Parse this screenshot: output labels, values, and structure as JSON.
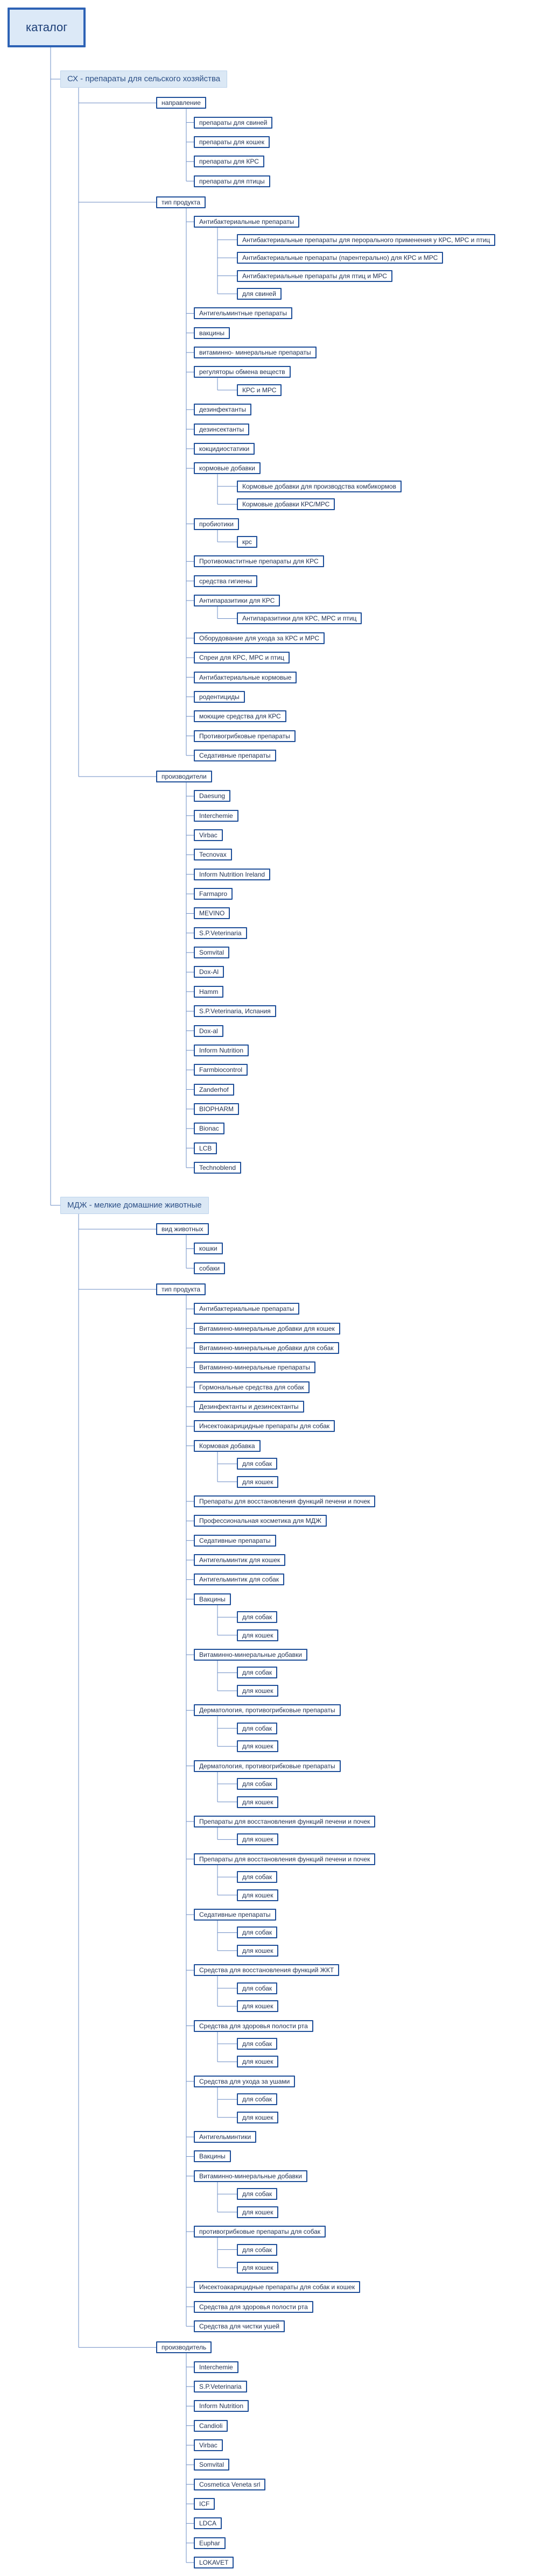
{
  "tree": {
    "label": "каталог",
    "children": [
      {
        "label": "СХ - препараты для сельского хозяйства",
        "children": [
          {
            "label": "направление",
            "children": [
              {
                "label": "препараты для свиней"
              },
              {
                "label": "препараты для кошек"
              },
              {
                "label": "препараты для КРС"
              },
              {
                "label": "препараты для птицы"
              }
            ]
          },
          {
            "label": "тип продукта",
            "children": [
              {
                "label": "Антибактериальные препараты",
                "children": [
                  {
                    "label": "Антибактериальные препараты для перорального применения у КРС, МРС и птиц"
                  },
                  {
                    "label": "Антибактериальные препараты (парентерально) для КРС и МРС"
                  },
                  {
                    "label": "Антибактериальные препараты для птиц и МРС"
                  },
                  {
                    "label": "для свиней"
                  }
                ]
              },
              {
                "label": "Антигельминтные препараты"
              },
              {
                "label": "вакцины"
              },
              {
                "label": "витаминно- минеральные препараты"
              },
              {
                "label": "регуляторы обмена веществ",
                "children": [
                  {
                    "label": "КРС и МРС"
                  }
                ]
              },
              {
                "label": "дезинфектанты"
              },
              {
                "label": "дезинсектанты"
              },
              {
                "label": "кокцидиостатики"
              },
              {
                "label": "кормовые добавки",
                "children": [
                  {
                    "label": "Кормовые добавки для производства комбикормов"
                  },
                  {
                    "label": "Кормовые добавки КРС/МРС"
                  }
                ]
              },
              {
                "label": "пробиотики",
                "children": [
                  {
                    "label": "крс"
                  }
                ]
              },
              {
                "label": "Противомаститные препараты для КРС"
              },
              {
                "label": "средства гигиены"
              },
              {
                "label": "Антипаразитики для КРС",
                "children": [
                  {
                    "label": "Антипаразитики для КРС, МРС и птиц"
                  }
                ]
              },
              {
                "label": "Оборудование для ухода за КРС и МРС"
              },
              {
                "label": "Спреи для КРС, МРС и птиц"
              },
              {
                "label": "Антибактериальные кормовые"
              },
              {
                "label": "родентициды"
              },
              {
                "label": "моющие средства для КРС"
              },
              {
                "label": "Противогрибковые препараты"
              },
              {
                "label": "Седативные препараты"
              }
            ]
          },
          {
            "label": "производители",
            "children": [
              {
                "label": "Daesung"
              },
              {
                "label": "Interchemie"
              },
              {
                "label": "Virbac"
              },
              {
                "label": "Tecnovax"
              },
              {
                "label": "Inform Nutrition Ireland"
              },
              {
                "label": "Farmapro"
              },
              {
                "label": "MEVINO"
              },
              {
                "label": "S.P.Veterinaria"
              },
              {
                "label": "Somvital"
              },
              {
                "label": "Dox-Al"
              },
              {
                "label": "Hamm"
              },
              {
                "label": "S.P.Veterinaria, Испания"
              },
              {
                "label": "Dox-al"
              },
              {
                "label": "Inform Nutrition"
              },
              {
                "label": "Farmbiocontrol"
              },
              {
                "label": "Zanderhof"
              },
              {
                "label": "BIOPHARM"
              },
              {
                "label": "Bionac"
              },
              {
                "label": "LCB"
              },
              {
                "label": "Technoblend"
              }
            ]
          }
        ]
      },
      {
        "label": "МДЖ - мелкие домашние животные",
        "children": [
          {
            "label": "вид животных",
            "children": [
              {
                "label": "кошки"
              },
              {
                "label": "собаки"
              }
            ]
          },
          {
            "label": "тип продукта",
            "children": [
              {
                "label": "Антибактериальные препараты"
              },
              {
                "label": "Витаминно-минеральные добавки для кошек"
              },
              {
                "label": "Витаминно-минеральные добавки для собак"
              },
              {
                "label": "Витаминно-минеральные препараты"
              },
              {
                "label": "Гормональные средства для собак"
              },
              {
                "label": "Дезинфектанты и дезинсектанты"
              },
              {
                "label": "Инсектоакарицидные препараты для собак"
              },
              {
                "label": "Кормовая добавка",
                "children": [
                  {
                    "label": "для собак"
                  },
                  {
                    "label": "для кошек"
                  }
                ]
              },
              {
                "label": "Препараты для восстановления функций печени и почек"
              },
              {
                "label": "Профессиональная косметика для МДЖ"
              },
              {
                "label": "Седативные препараты"
              },
              {
                "label": "Антигельминтик для кошек"
              },
              {
                "label": "Антигельминтик для собак"
              },
              {
                "label": "Вакцины",
                "children": [
                  {
                    "label": "для собак"
                  },
                  {
                    "label": "для кошек"
                  }
                ]
              },
              {
                "label": "Витаминно-минеральные добавки",
                "children": [
                  {
                    "label": "для собак"
                  },
                  {
                    "label": "для кошек"
                  }
                ]
              },
              {
                "label": "Дерматология, противогрибковые препараты",
                "children": [
                  {
                    "label": "для собак"
                  },
                  {
                    "label": "для кошек"
                  }
                ]
              },
              {
                "label": "Дерматология, противогрибковые препараты",
                "children": [
                  {
                    "label": "для собак"
                  },
                  {
                    "label": "для кошек"
                  }
                ]
              },
              {
                "label": "Препараты для восстановления функций печени и почек",
                "children": [
                  {
                    "label": "для кошек"
                  }
                ]
              },
              {
                "label": "Препараты для восстановления функций печени и почек",
                "children": [
                  {
                    "label": "для собак"
                  },
                  {
                    "label": "для кошек"
                  }
                ]
              },
              {
                "label": "Седативные препараты",
                "children": [
                  {
                    "label": "для собак"
                  },
                  {
                    "label": "для кошек"
                  }
                ]
              },
              {
                "label": "Средства для восстановления функций ЖКТ",
                "children": [
                  {
                    "label": "для собак"
                  },
                  {
                    "label": "для кошек"
                  }
                ]
              },
              {
                "label": "Средства для здоровья полости рта",
                "children": [
                  {
                    "label": "для собак"
                  },
                  {
                    "label": "для кошек"
                  }
                ]
              },
              {
                "label": "Средства для ухода за ушами",
                "children": [
                  {
                    "label": "для собак"
                  },
                  {
                    "label": "для кошек"
                  }
                ]
              },
              {
                "label": "Антигельминтики"
              },
              {
                "label": "Вакцины"
              },
              {
                "label": "Витаминно-минеральные добавки",
                "children": [
                  {
                    "label": "для собак"
                  },
                  {
                    "label": "для кошек"
                  }
                ]
              },
              {
                "label": "противогрибковые препараты для собак",
                "children": [
                  {
                    "label": "для собак"
                  },
                  {
                    "label": "для кошек"
                  }
                ]
              },
              {
                "label": "Инсектоакарицидные препараты для собак и кошек"
              },
              {
                "label": "Средства для здоровья полости рта"
              },
              {
                "label": "Средства для чистки ушей"
              }
            ]
          },
          {
            "label": "производитель",
            "children": [
              {
                "label": "Interchemie"
              },
              {
                "label": "S.P.Veterinaria"
              },
              {
                "label": "Inform Nutrition"
              },
              {
                "label": "Candioli"
              },
              {
                "label": "Virbac"
              },
              {
                "label": "Somvital"
              },
              {
                "label": "Cosmetica Veneta srl"
              },
              {
                "label": "ICF"
              },
              {
                "label": "LDCA"
              },
              {
                "label": "Euphar"
              },
              {
                "label": "LOKAVET"
              }
            ]
          }
        ]
      }
    ]
  }
}
